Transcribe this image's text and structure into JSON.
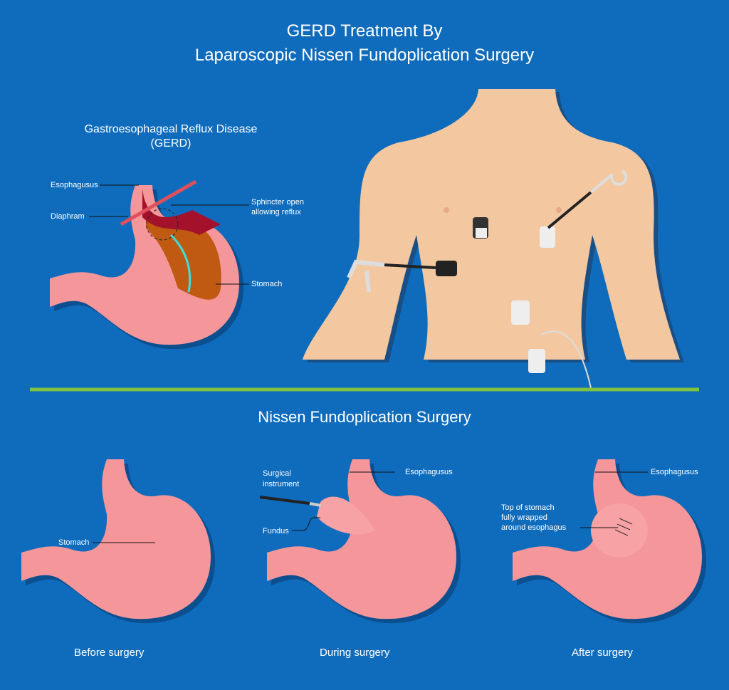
{
  "title": {
    "line1": "GERD Treatment By",
    "line2": "Laparoscopic Nissen Fundoplication Surgery"
  },
  "gerd": {
    "heading1": "Gastroesophageal Reflux Disease",
    "heading2": "(GERD)",
    "labels": {
      "esophagus": "Esophagusus",
      "diaphragm": "Diaphram",
      "sphincter1": "Sphincter open",
      "sphincter2": "allowing reflux",
      "stomach": "Stomach"
    }
  },
  "section2": {
    "title": "Nissen Fundoplication Surgery"
  },
  "panels": {
    "before": {
      "caption": "Before surgery",
      "stomach": "Stomach"
    },
    "during": {
      "caption": "During surgery",
      "instrument1": "Surgical",
      "instrument2": "instrument",
      "esophagus": "Esophagusus",
      "fundus": "Fundus"
    },
    "after": {
      "caption": "After surgery",
      "esophagus": "Esophagusus",
      "wrap1": "Top of stomach",
      "wrap2": "fully wrapped",
      "wrap3": "around esophagus"
    }
  },
  "colors": {
    "background": "#0f6cbd",
    "divider": "#7dc242",
    "stomach": "#f4969a",
    "skin": "#f3c8a0"
  }
}
